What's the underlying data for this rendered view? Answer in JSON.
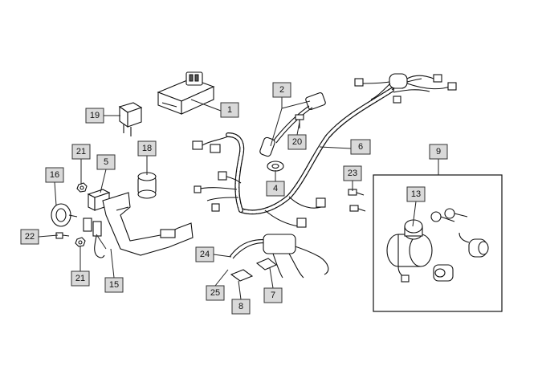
{
  "callouts": {
    "c1": "1",
    "c2": "2",
    "c4": "4",
    "c5": "5",
    "c6": "6",
    "c7": "7",
    "c8": "8",
    "c9": "9",
    "c13": "13",
    "c15": "15",
    "c16": "16",
    "c18": "18",
    "c19": "19",
    "c20": "20",
    "c21a": "21",
    "c21b": "21",
    "c22": "22",
    "c23": "23",
    "c24": "24",
    "c25": "25"
  }
}
